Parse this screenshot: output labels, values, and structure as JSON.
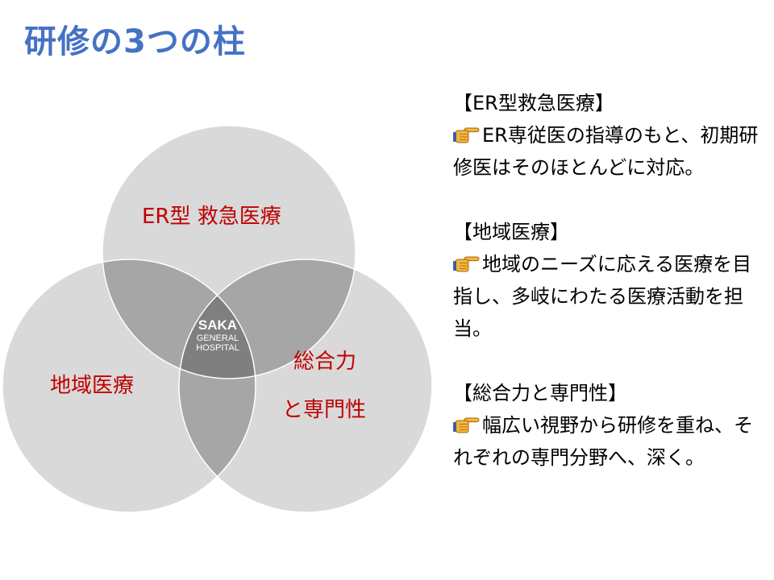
{
  "title": "研修の3つの柱",
  "venn": {
    "circle_fill": "#d9d9d9",
    "overlap_fill": "#a6a6a6",
    "center_fill": "#7f7f7f",
    "stroke": "#ffffff",
    "label_color": "#c00000",
    "labels": {
      "er": "ER型 救急医療",
      "regional": "地域医療",
      "comprehensive_line1": "総合力",
      "comprehensive_line2": "と専門性"
    },
    "center": {
      "line1": "SAKA",
      "line2": "GENERAL",
      "line3": "HOSPITAL"
    }
  },
  "blocks": [
    {
      "heading": "【ER型救急医療】",
      "icon": "pointing-hand-icon",
      "body": "ER専従医の指導のもと、初期研修医はそのほとんどに対応。"
    },
    {
      "heading": "【地域医療】",
      "icon": "pointing-hand-icon",
      "body": "地域のニーズに応える医療を目指し、多岐にわたる医療活動を担当。"
    },
    {
      "heading": "【総合力と専門性】",
      "icon": "pointing-hand-icon",
      "body": "幅広い視野から研修を重ね、それぞれの専門分野へ、深く。"
    }
  ]
}
